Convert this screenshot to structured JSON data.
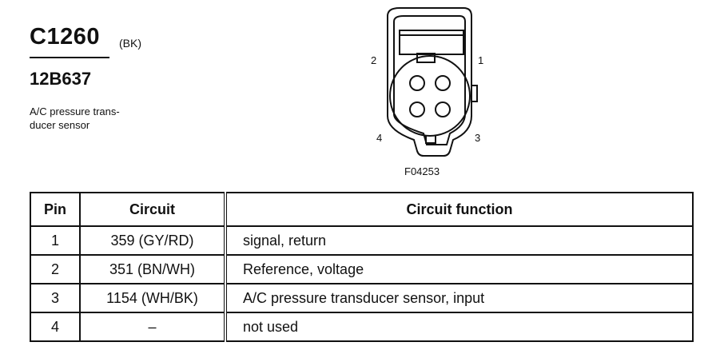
{
  "connector": {
    "id": "C1260",
    "color_code": "(BK)",
    "part_number": "12B637",
    "description_lines": [
      "A/C pressure trans-",
      "ducer sensor"
    ]
  },
  "diagram": {
    "figure_id": "F04253",
    "pin_labels": [
      "1",
      "2",
      "3",
      "4"
    ]
  },
  "table": {
    "headers": [
      "Pin",
      "Circuit",
      "Circuit function"
    ],
    "rows": [
      {
        "pin": "1",
        "circuit": "359 (GY/RD)",
        "function": "signal, return"
      },
      {
        "pin": "2",
        "circuit": "351 (BN/WH)",
        "function": "Reference, voltage"
      },
      {
        "pin": "3",
        "circuit": "1154 (WH/BK)",
        "function": "A/C pressure transducer sensor, input"
      },
      {
        "pin": "4",
        "circuit": "–",
        "function": "not used"
      }
    ]
  }
}
